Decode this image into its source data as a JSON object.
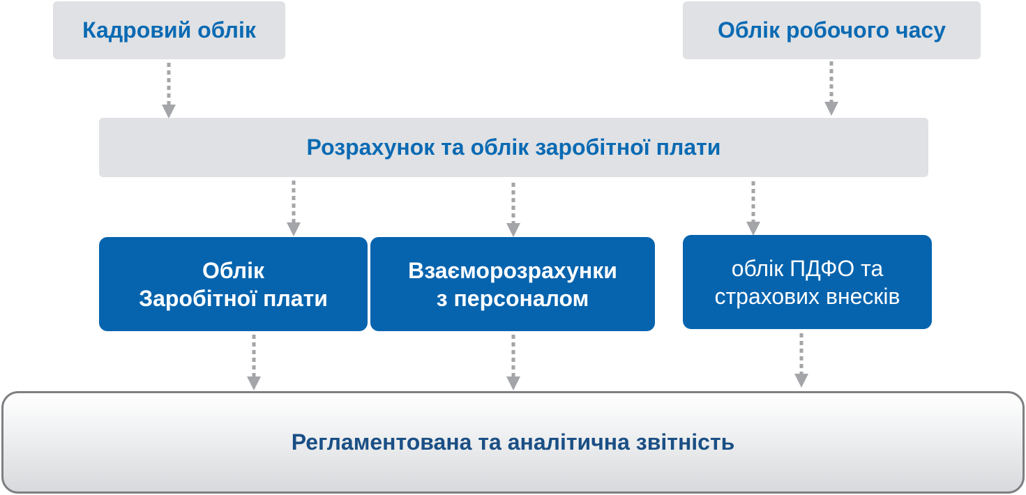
{
  "nodes": {
    "hr_accounting": "Кадровий облік",
    "time_tracking": "Облік робочого часу",
    "payroll": "Розрахунок та облік заробітної плати",
    "salary_accounting": [
      "Облік",
      "Заробітної плати"
    ],
    "staff_settlements": [
      "Взаєморозрахунки",
      "з персоналом"
    ],
    "tax_accounting": [
      "облік ПДФО та",
      "страхових внесків"
    ],
    "reporting": "Регламентована та аналітична звітність"
  },
  "edges": [
    [
      "hr_accounting",
      "payroll"
    ],
    [
      "time_tracking",
      "payroll"
    ],
    [
      "payroll",
      "salary_accounting"
    ],
    [
      "payroll",
      "staff_settlements"
    ],
    [
      "payroll",
      "tax_accounting"
    ],
    [
      "salary_accounting",
      "reporting"
    ],
    [
      "staff_settlements",
      "reporting"
    ],
    [
      "tax_accounting",
      "reporting"
    ]
  ],
  "colors": {
    "grey_box": "#dfe1e4",
    "grey_box_text": "#0a6ab3",
    "blue_box": "#0664ae",
    "blue_box_text": "#ffffff",
    "report_text": "#1a4f85",
    "report_border": "#7d7f82",
    "arrow": "#a3a5a8"
  }
}
